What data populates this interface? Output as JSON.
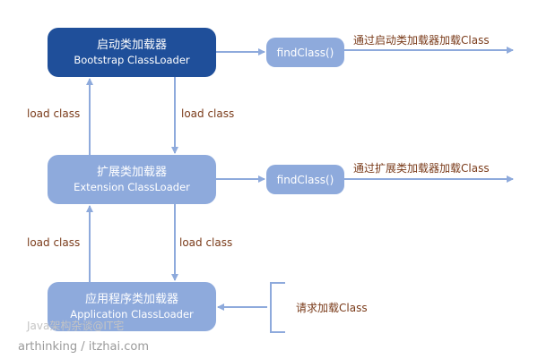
{
  "nodes": {
    "bootstrap": {
      "title": "启动类加载器",
      "subtitle": "Bootstrap ClassLoader"
    },
    "extension": {
      "title": "扩展类加载器",
      "subtitle": "Extension ClassLoader"
    },
    "application": {
      "title": "应用程序类加载器",
      "subtitle": "Application ClassLoader"
    }
  },
  "find_class": {
    "label_1": "findClass()",
    "label_2": "findClass()"
  },
  "edge_labels": {
    "load_class_1": "load class",
    "load_class_2": "load class",
    "load_class_3": "load class",
    "load_class_4": "load class",
    "via_bootstrap": "通过启动类加载器加载Class",
    "via_extension": "通过扩展类加载器加载Class",
    "request": "请求加载Class"
  },
  "watermark": {
    "overlay": "Java架构杂谈@IT宅",
    "site": "arthinking / itzhai.com"
  },
  "colors": {
    "bootstrap_fill": "#1f4f9a",
    "node_fill": "#8eaadc",
    "arrow": "#8eaadc",
    "label_text": "#7a3b1a"
  }
}
